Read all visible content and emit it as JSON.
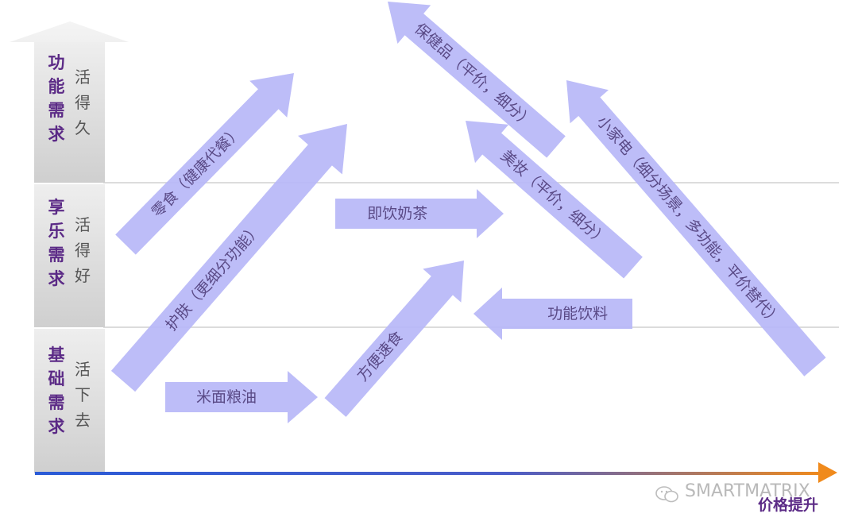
{
  "levels": [
    {
      "title": "功能需求",
      "subtitle": "活得久"
    },
    {
      "title": "享乐需求",
      "subtitle": "活得好"
    },
    {
      "title": "基础需求",
      "subtitle": "活下去"
    }
  ],
  "arrows": [
    {
      "id": "snacks",
      "label": "零食（健康代餐）"
    },
    {
      "id": "skincare",
      "label": "护肤（更细分功能）"
    },
    {
      "id": "rtd-tea",
      "label": "即饮奶茶"
    },
    {
      "id": "staples",
      "label": "米面粮油"
    },
    {
      "id": "instant-food",
      "label": "方便速食"
    },
    {
      "id": "functional-drinks",
      "label": "功能饮料"
    },
    {
      "id": "cosmetics",
      "label": "美妆（平价，细分）"
    },
    {
      "id": "health-products",
      "label": "保健品（平价，细分）"
    },
    {
      "id": "small-appliances",
      "label": "小家电（细分场景，多功能，平价替代）"
    }
  ],
  "x_axis": {
    "label": "价格提升",
    "gradient_start": "#2a5bd7",
    "gradient_end": "#f08a1c"
  },
  "watermark": "SMARTMATRIX",
  "colors": {
    "arrow_fill": "#b7b7f7",
    "level_title": "#5b2a86",
    "band_fill": "#d9d9d9"
  }
}
